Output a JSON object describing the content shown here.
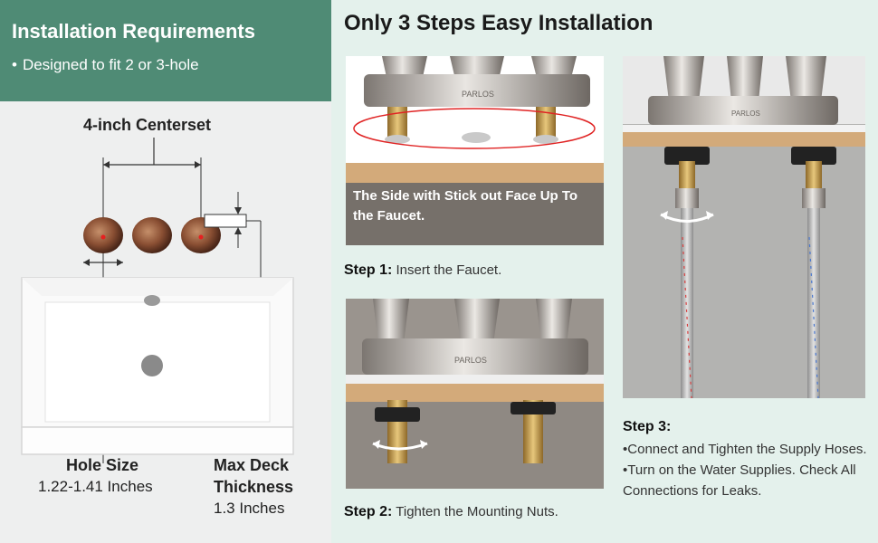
{
  "left": {
    "title": "Installation Requirements",
    "bullet": "Designed to fit 2 or 3-hole",
    "centerset_label": "4-inch Centerset",
    "hole_size_label": "Hole Size",
    "hole_size_value": "1.22-1.41 Inches",
    "deck_label_line1": "Max Deck",
    "deck_label_line2": "Thickness",
    "deck_value": "1.3 Inches"
  },
  "right": {
    "title": "Only 3 Steps Easy Installation",
    "photo1_overlay": "The Side with Stick out Face Up To the Faucet.",
    "brand_mark": "PARLOS",
    "step1_label": "Step 1:",
    "step1_text": "Insert the Faucet.",
    "step2_label": "Step 2:",
    "step2_text": "Tighten the Mounting Nuts.",
    "step3_label": "Step 3:",
    "step3_items": [
      "Connect and Tighten the Supply Hoses.",
      "Turn on the Water Supplies. Check All Connections for Leaks."
    ]
  },
  "colors": {
    "header_green": "#4f8b75",
    "right_bg": "#e4f1ec",
    "wood": "#d3aa7a",
    "brass": "#c99a4a"
  }
}
